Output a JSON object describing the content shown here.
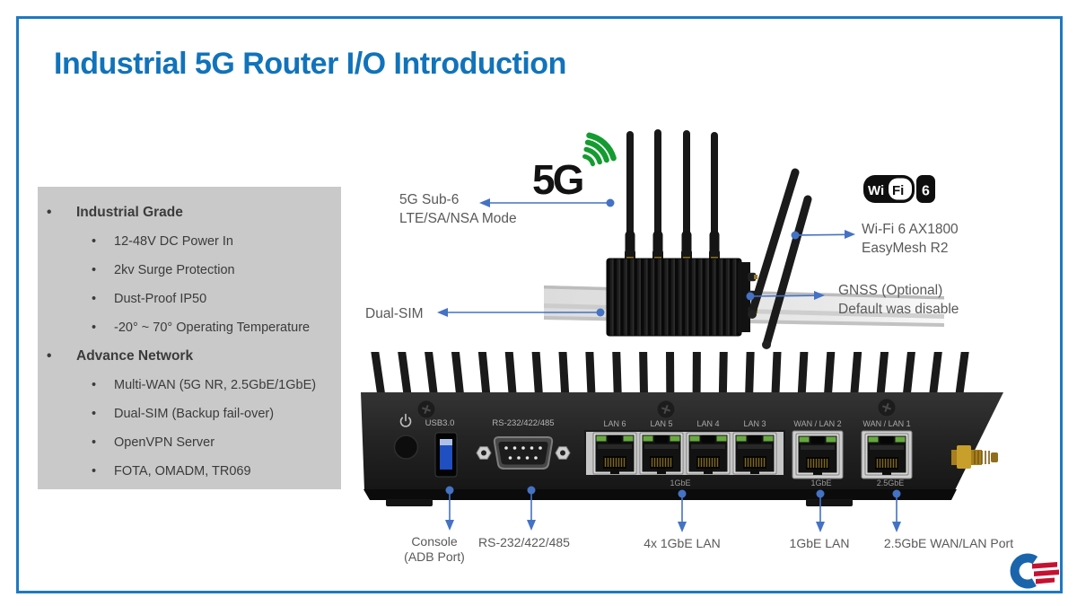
{
  "slide": {
    "title": "Industrial 5G Router I/O Introduction"
  },
  "features": {
    "sections": [
      {
        "heading": "Industrial Grade",
        "items": [
          "12-48V DC Power In",
          "2kv Surge Protection",
          "Dust-Proof IP50",
          "-20° ~ 70° Operating Temperature"
        ]
      },
      {
        "heading": "Advance Network",
        "items": [
          "Multi-WAN (5G NR, 2.5GbE/1GbE)",
          "Dual-SIM (Backup fail-over)",
          "OpenVPN Server",
          "FOTA, OMADM, TR069"
        ]
      }
    ]
  },
  "callouts": {
    "cellular_line1": "5G Sub-6",
    "cellular_line2": "LTE/SA/NSA Mode",
    "dual_sim": "Dual-SIM",
    "wifi_line1": "Wi-Fi 6 AX1800",
    "wifi_line2": "EasyMesh R2",
    "gnss_line1": "GNSS (Optional)",
    "gnss_line2": "Default was disable",
    "console_line1": "Console",
    "console_line2": "(ADB Port)",
    "serial": "RS-232/422/485",
    "lan_group": "4x 1GbE LAN",
    "wan_lan2": "1GbE LAN",
    "wan_lan1": "2.5GbE WAN/LAN Port"
  },
  "logos": {
    "cellular": "5G",
    "wifi": {
      "wi": "Wi",
      "fi": "Fi",
      "gen": "6"
    }
  },
  "panel": {
    "usb": "USB3.0",
    "serial": "RS-232/422/485",
    "port_labels": [
      "LAN 6",
      "LAN 5",
      "LAN 4",
      "LAN 3",
      "WAN / LAN 2",
      "WAN / LAN 1"
    ],
    "speed_lan_group": "1GbE",
    "speed_wan_lan2": "1GbE",
    "speed_wan_lan1": "2.5GbE"
  },
  "colors": {
    "title_blue": "#1173BA",
    "border_blue": "#1E79C2",
    "arrow_blue": "#4472C4",
    "box_gray": "#C9C9C9",
    "label_gray": "#595959",
    "logo_green": "#149C30",
    "logo_red": "#C41230",
    "logo_blue": "#1A64AC"
  }
}
